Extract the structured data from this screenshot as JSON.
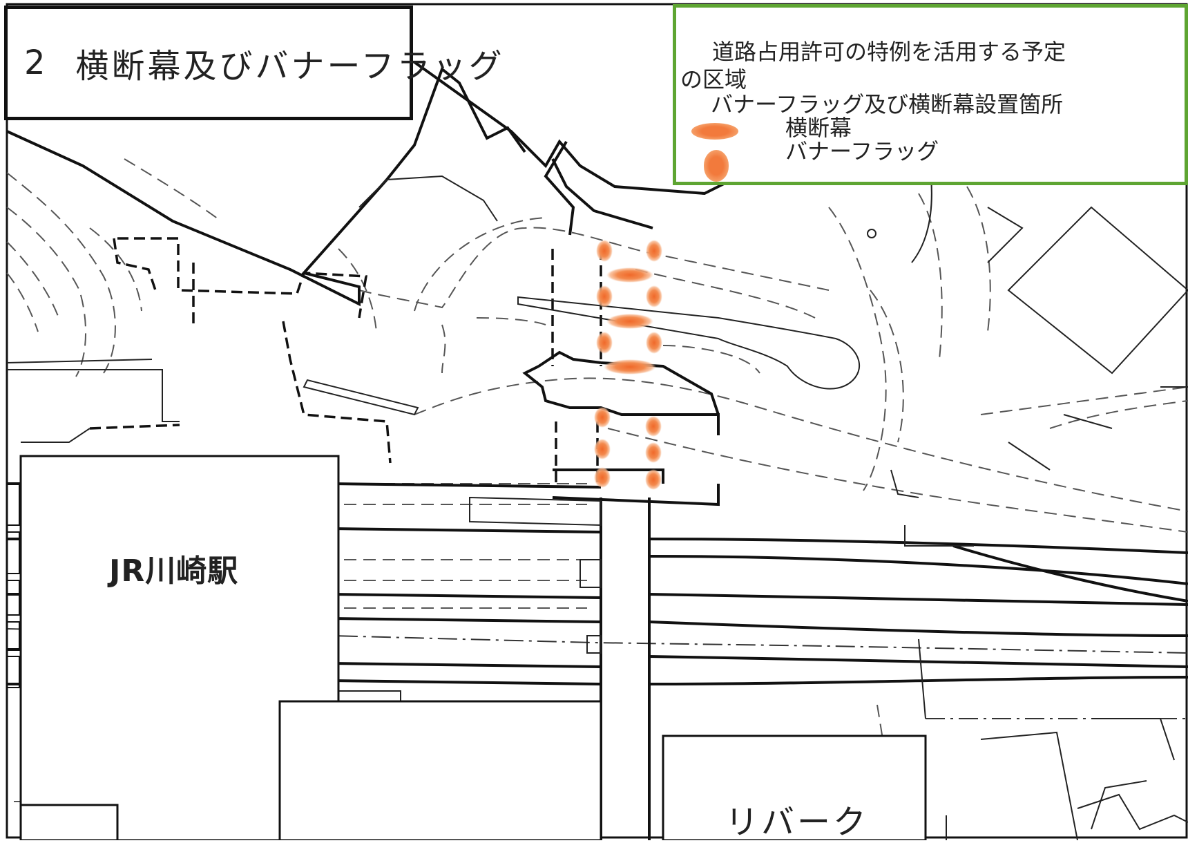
{
  "title": {
    "number": "2",
    "text": "横断幕及びバナーフラッグ"
  },
  "legend": {
    "area_line1": "道路占用許可の特例を活用する予定",
    "area_line2": "の区域",
    "location_line": "バナーフラッグ及び横断幕設置箇所",
    "banner_label": "横断幕",
    "flag_label": "バナーフラッグ",
    "border_color": "#5ea532"
  },
  "map_labels": {
    "station": "JR川崎駅",
    "building": "リバーク"
  },
  "colors": {
    "marker_orange": "#f27a3c",
    "line_black": "#111111",
    "dash_gray": "#555555"
  },
  "markers": {
    "banner_count": 3,
    "flag_count": 12
  }
}
